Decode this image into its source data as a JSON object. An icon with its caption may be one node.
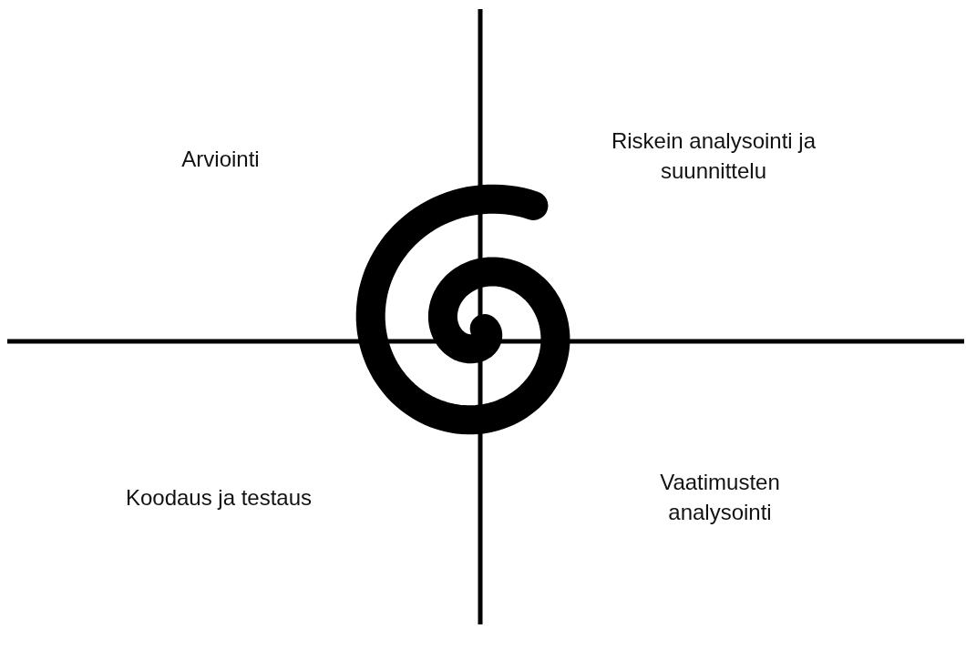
{
  "diagram": {
    "labels": [
      "Arviointi",
      "Riskein analysointi ja suunnittelu",
      "Koodaus ja testaus",
      "Vaatimusten analysointi"
    ]
  }
}
